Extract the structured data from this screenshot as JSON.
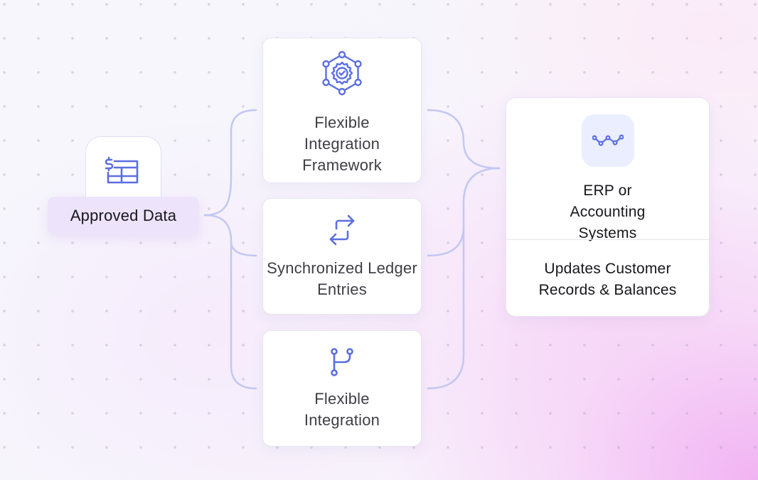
{
  "source": {
    "label": "Approved Data",
    "icon": "dollar-table-icon"
  },
  "middle_cards": [
    {
      "label": "Flexible Integration Framework",
      "icon": "gear-network-check-icon"
    },
    {
      "label": "Synchronized Ledger Entries",
      "icon": "sync-arrows-icon"
    },
    {
      "label": "Flexible Integration",
      "icon": "git-branch-icon"
    }
  ],
  "destination": {
    "title": "ERP or Accounting Systems",
    "subtitle": "Updates Customer Records & Balances",
    "icon": "line-chart-icon"
  },
  "colors": {
    "accent": "#5b6ee1",
    "connector": "#c2c8f3",
    "pill_background": "#ede3fb",
    "icon_box_background": "#eaeeff",
    "text_dark": "#17171c",
    "text_muted": "#3e3e46"
  }
}
